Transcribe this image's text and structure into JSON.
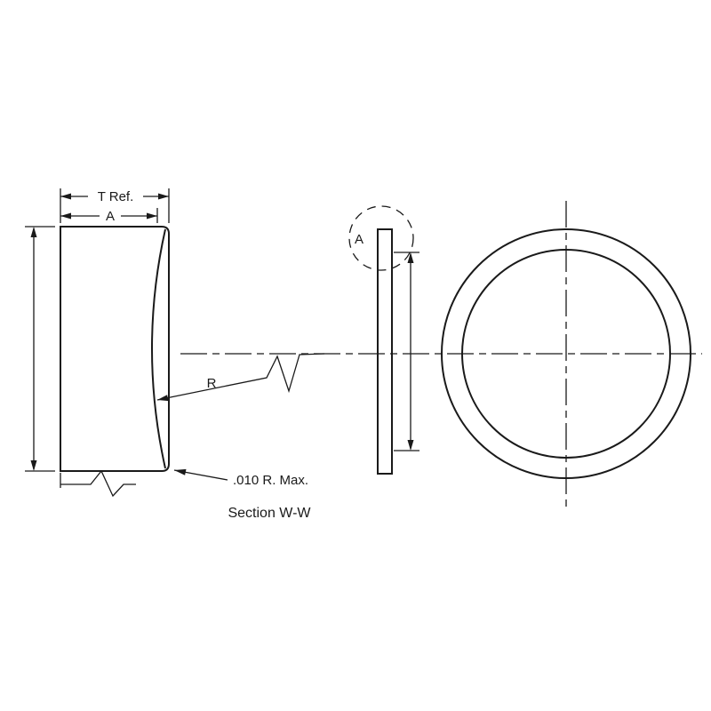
{
  "labels": {
    "t_ref": "T Ref.",
    "a_width": "A",
    "r_leader": "R",
    "corner_radius_note": ".010 R. Max.",
    "section_title": "Section W-W",
    "detail_callout": "A"
  },
  "colors": {
    "line": "#1a1a1a",
    "background": "#ffffff"
  }
}
